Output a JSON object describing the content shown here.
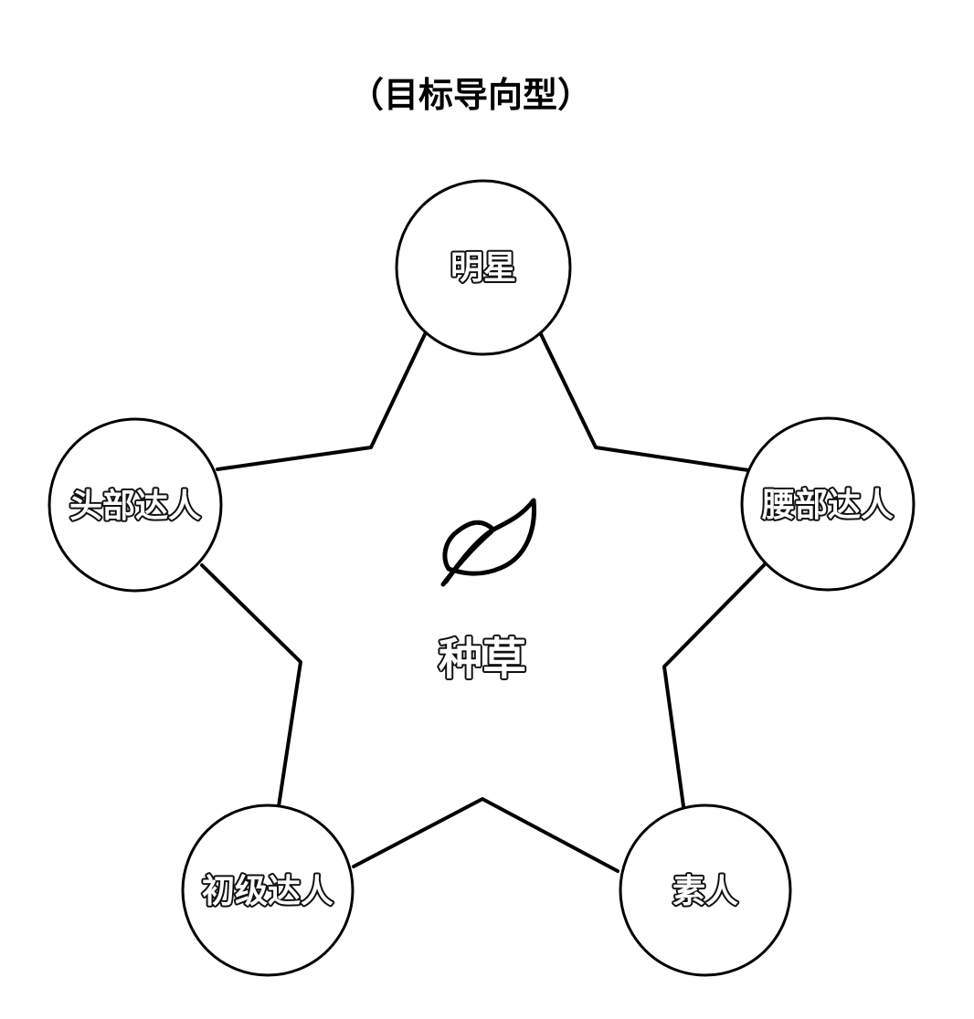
{
  "title": "（目标导向型）",
  "center": {
    "label": "种草",
    "icon": "leaf-icon"
  },
  "nodes": [
    {
      "label": "明星"
    },
    {
      "label": "腰部达人"
    },
    {
      "label": "素人"
    },
    {
      "label": "初级达人"
    },
    {
      "label": "头部达人"
    }
  ],
  "colors": {
    "background": "#ffffff",
    "stroke": "#000000",
    "label_fill": "#ffffff",
    "label_outline": "#111111"
  }
}
